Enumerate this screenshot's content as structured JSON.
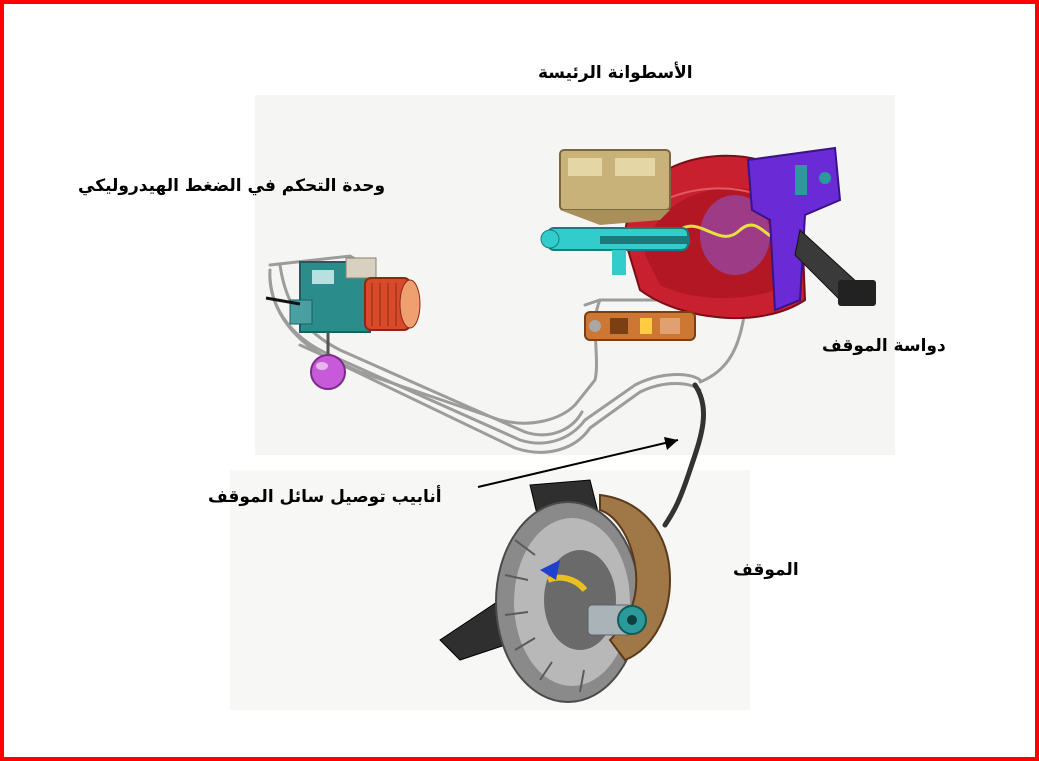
{
  "diagram": {
    "labels": {
      "master_cylinder": "الأسطوانة الرئيسة",
      "hydraulic_control_unit": "وحدة التحكم في الضغط الهيدروليكي",
      "brake_pedal": "دواسة الموقف",
      "brake_fluid_tubes": "أنابيب توصيل سائل الموقف",
      "brake": "الموقف"
    },
    "colors": {
      "frame": "#ff0000",
      "booster": "#cc2233",
      "pedal": "#6a2bd6",
      "reservoir": "#c9b27a",
      "cylinder": "#33cccc",
      "valve": "#cc7733",
      "tube": "#9a9a9a",
      "disc": "#8a8a8a"
    }
  }
}
